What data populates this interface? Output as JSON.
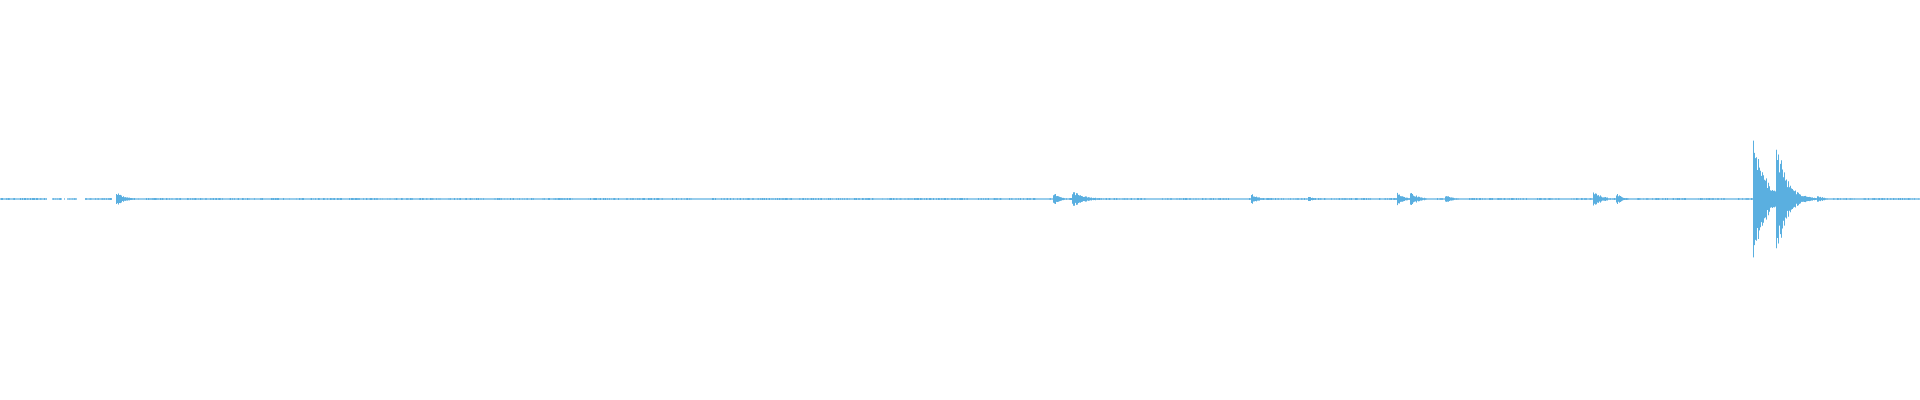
{
  "waveform": {
    "color": "#5aafe0",
    "baseline_color": "#5aafe0",
    "peak_scale": 1.0,
    "quiet_level": 0.012,
    "segments": [
      [
        0.0,
        0.024
      ],
      [
        0.027,
        0.032
      ],
      [
        0.035,
        0.04
      ],
      [
        0.044,
        0.058
      ],
      [
        0.061,
        0.073
      ],
      [
        0.076,
        0.116
      ],
      [
        0.119,
        0.138
      ],
      [
        0.141,
        0.158
      ],
      [
        0.16,
        0.178
      ],
      [
        0.181,
        0.215
      ],
      [
        0.218,
        0.23
      ],
      [
        0.233,
        0.252
      ],
      [
        0.256,
        0.278
      ],
      [
        0.282,
        0.298
      ],
      [
        0.306,
        0.322
      ],
      [
        0.326,
        0.345
      ],
      [
        0.349,
        0.36
      ],
      [
        0.37,
        0.412
      ],
      [
        0.416,
        0.455
      ],
      [
        0.459,
        0.504
      ],
      [
        0.508,
        0.54
      ],
      [
        0.546,
        0.598
      ],
      [
        0.605,
        0.64
      ],
      [
        0.65,
        0.714
      ],
      [
        0.718,
        0.728
      ],
      [
        0.733,
        0.742
      ],
      [
        0.748,
        0.76
      ],
      [
        0.765,
        0.795
      ],
      [
        0.8,
        0.812
      ],
      [
        0.818,
        0.83
      ],
      [
        0.84,
        0.848
      ],
      [
        0.852,
        0.878
      ],
      [
        0.882,
        0.898
      ],
      [
        0.905,
        0.915
      ],
      [
        0.922,
        0.948
      ],
      [
        0.954,
        0.966
      ],
      [
        0.97,
        0.999
      ]
    ],
    "spikes": [
      {
        "pos": 0.061,
        "amp": 0.11,
        "decay": 0.004
      },
      {
        "pos": 0.549,
        "amp": 0.1,
        "decay": 0.003
      },
      {
        "pos": 0.559,
        "amp": 0.13,
        "decay": 0.006
      },
      {
        "pos": 0.652,
        "amp": 0.09,
        "decay": 0.003
      },
      {
        "pos": 0.682,
        "amp": 0.04,
        "decay": 0.002
      },
      {
        "pos": 0.728,
        "amp": 0.1,
        "decay": 0.003
      },
      {
        "pos": 0.735,
        "amp": 0.11,
        "decay": 0.004
      },
      {
        "pos": 0.753,
        "amp": 0.07,
        "decay": 0.003
      },
      {
        "pos": 0.83,
        "amp": 0.14,
        "decay": 0.004
      },
      {
        "pos": 0.842,
        "amp": 0.09,
        "decay": 0.003
      },
      {
        "pos": 0.9135,
        "amp": 1.0,
        "decay": 0.006
      },
      {
        "pos": 0.9255,
        "amp": 0.96,
        "decay": 0.005
      },
      {
        "pos": 0.935,
        "amp": 0.12,
        "decay": 0.006
      },
      {
        "pos": 0.947,
        "amp": 0.05,
        "decay": 0.004
      }
    ]
  }
}
